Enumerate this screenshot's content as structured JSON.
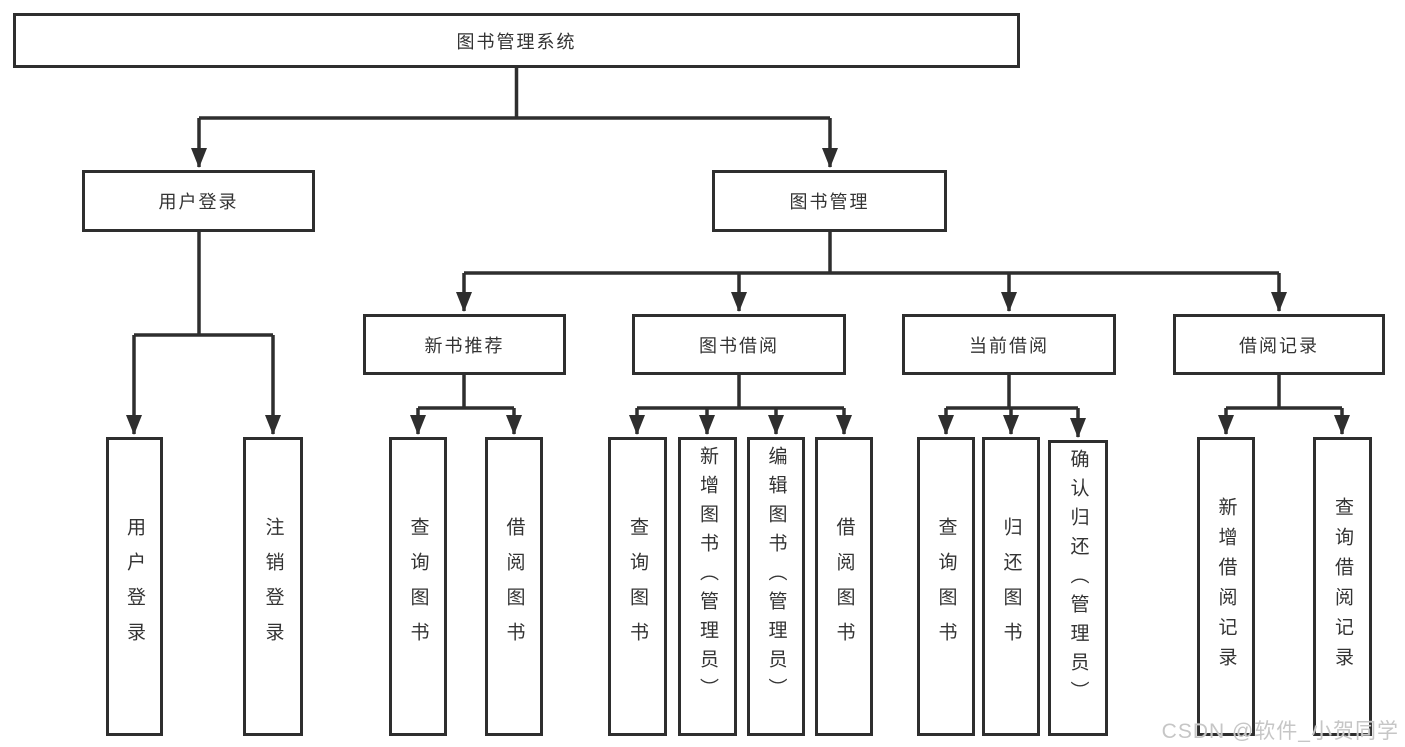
{
  "tree": {
    "label": "图书管理系统",
    "children": [
      {
        "label": "用户登录",
        "children": [
          {
            "label": "用户登录"
          },
          {
            "label": "注销登录"
          }
        ]
      },
      {
        "label": "图书管理",
        "children": [
          {
            "label": "新书推荐",
            "children": [
              {
                "label": "查询图书"
              },
              {
                "label": "借阅图书"
              }
            ]
          },
          {
            "label": "图书借阅",
            "children": [
              {
                "label": "查询图书"
              },
              {
                "label": "新增图书（管理员）"
              },
              {
                "label": "编辑图书（管理员）"
              },
              {
                "label": "借阅图书"
              }
            ]
          },
          {
            "label": "当前借阅",
            "children": [
              {
                "label": "查询图书"
              },
              {
                "label": "归还图书"
              },
              {
                "label": "确认归还（管理员）"
              }
            ]
          },
          {
            "label": "借阅记录",
            "children": [
              {
                "label": "新增借阅记录"
              },
              {
                "label": "查询借阅记录"
              }
            ]
          }
        ]
      }
    ]
  },
  "watermark": "CSDN @软件_小贺同学",
  "colors": {
    "line": "#2e2e2e",
    "text": "#333333",
    "watermark": "#c6c6c6",
    "background": "#ffffff"
  }
}
